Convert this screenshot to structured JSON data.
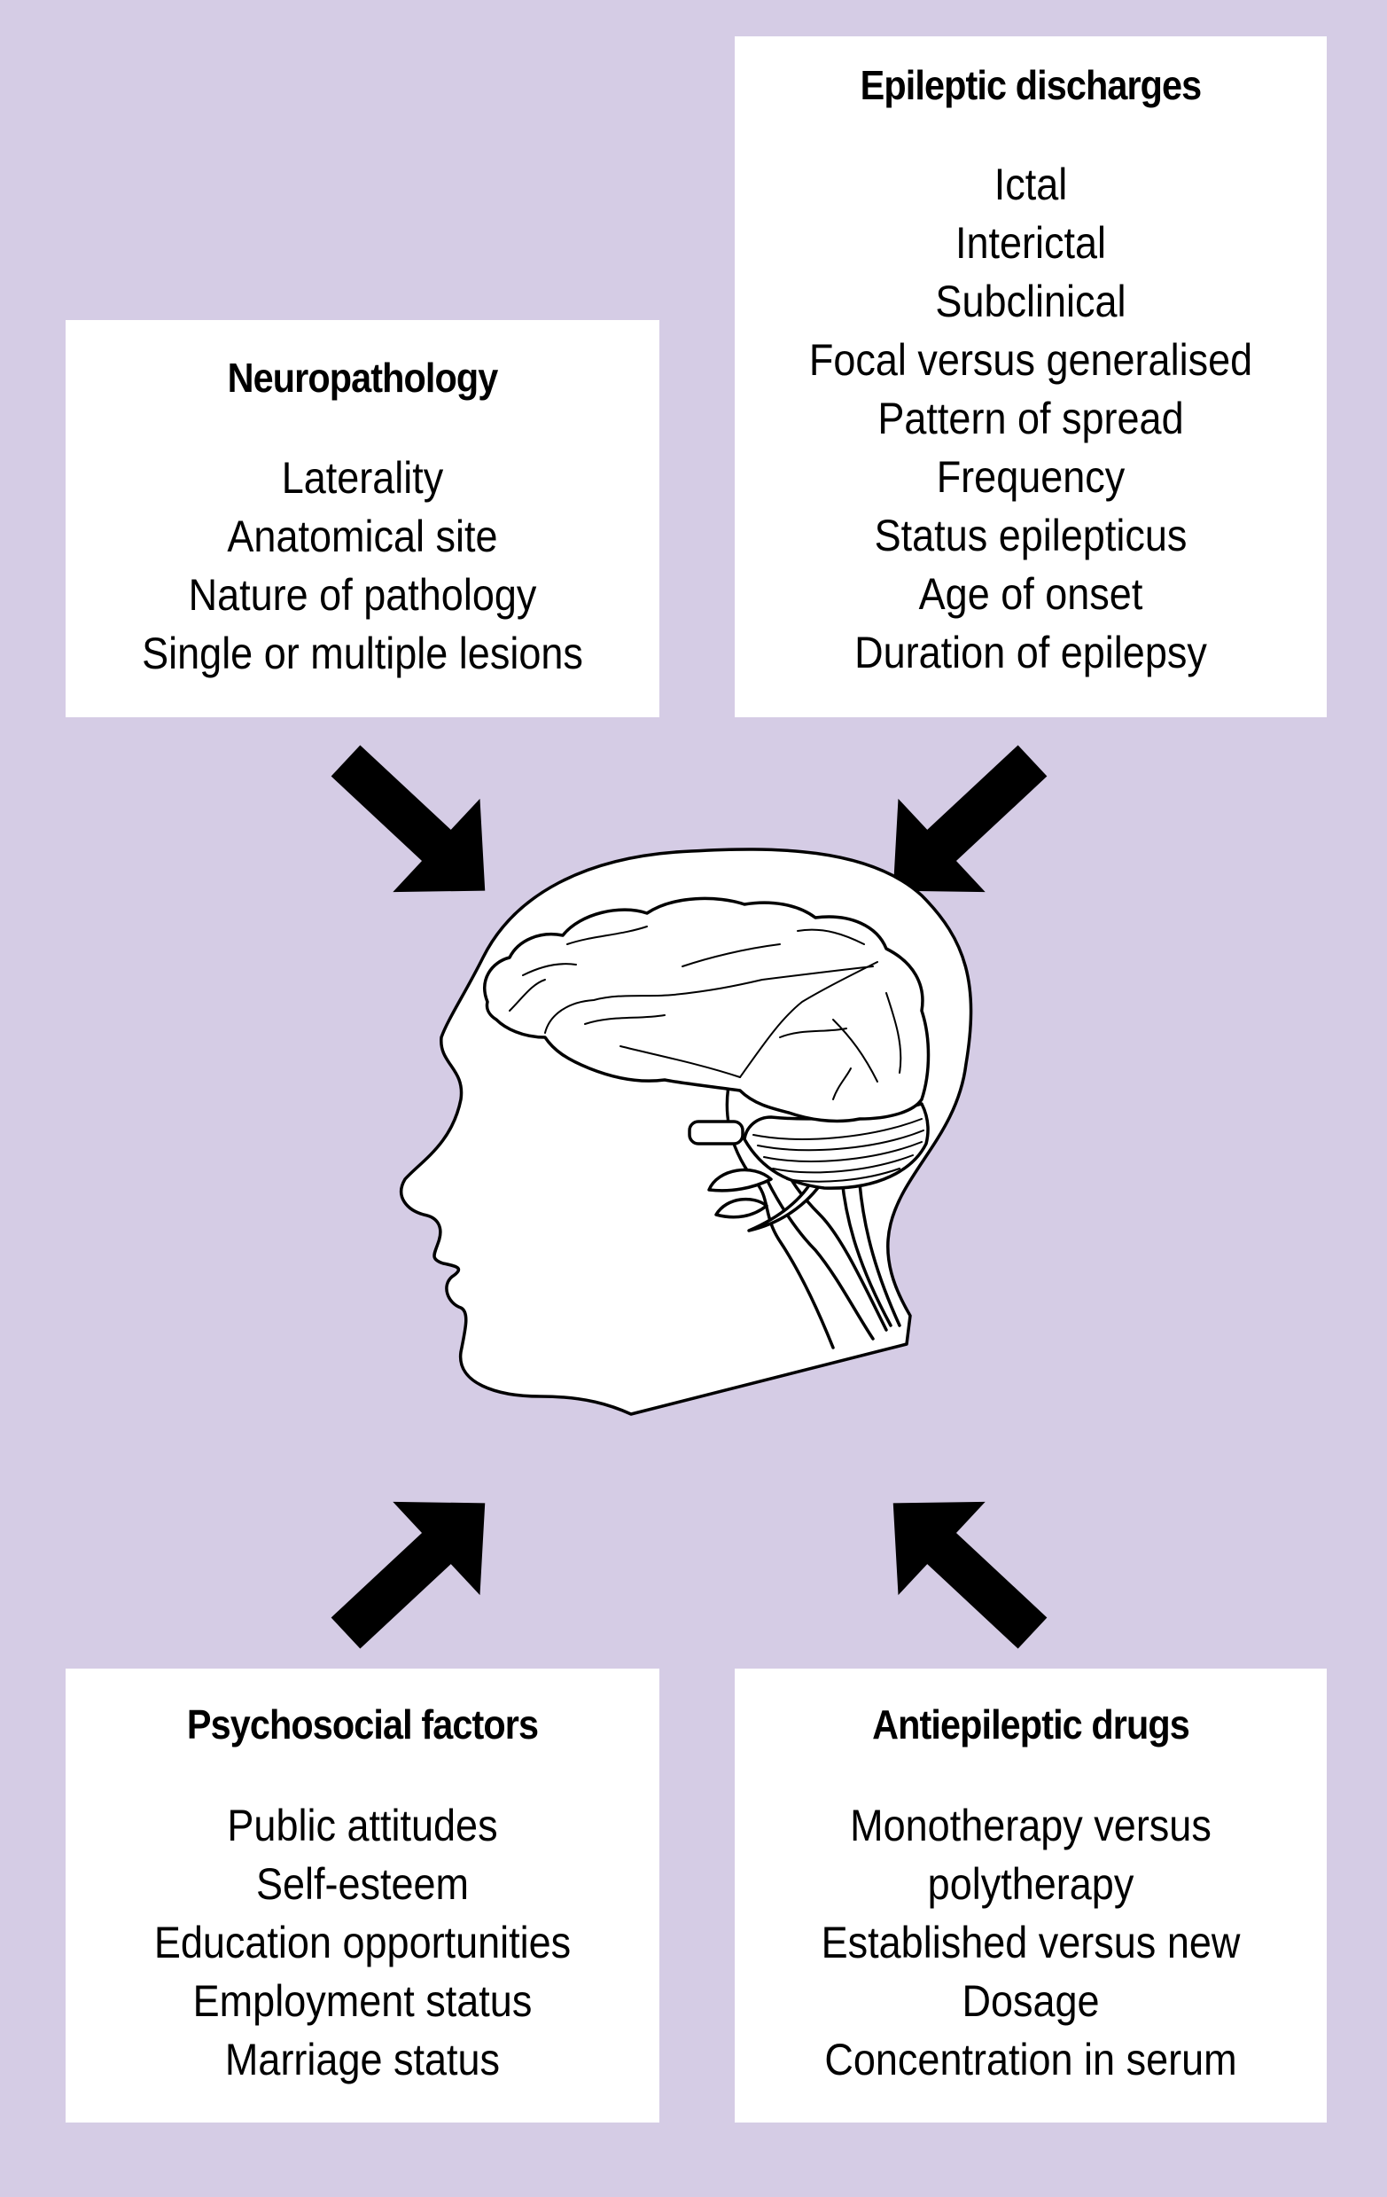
{
  "colors": {
    "background": "#d5cce5",
    "box": "#ffffff",
    "ink": "#000000"
  },
  "center_illustration": {
    "icon": "head-profile-with-brain-icon"
  },
  "arrows": [
    "arrow-down-right-icon",
    "arrow-down-left-icon",
    "arrow-up-right-icon",
    "arrow-up-left-icon"
  ],
  "neuropathology": {
    "title": "Neuropathology",
    "items": [
      "Laterality",
      "Anatomical site",
      "Nature of pathology",
      "Single or multiple lesions"
    ]
  },
  "epileptic_discharges": {
    "title": "Epileptic discharges",
    "items": [
      "Ictal",
      "Interictal",
      "Subclinical",
      "Focal versus generalised",
      "Pattern of spread",
      "Frequency",
      "Status epilepticus",
      "Age of onset",
      "Duration of epilepsy"
    ]
  },
  "psychosocial_factors": {
    "title": "Psychosocial factors",
    "items": [
      "Public attitudes",
      "Self-esteem",
      "Education opportunities",
      "Employment status",
      "Marriage status"
    ]
  },
  "antiepileptic_drugs": {
    "title": "Antiepileptic drugs",
    "items": [
      "Monotherapy versus",
      "polytherapy",
      "Established versus new",
      "Dosage",
      "Concentration in serum"
    ]
  }
}
